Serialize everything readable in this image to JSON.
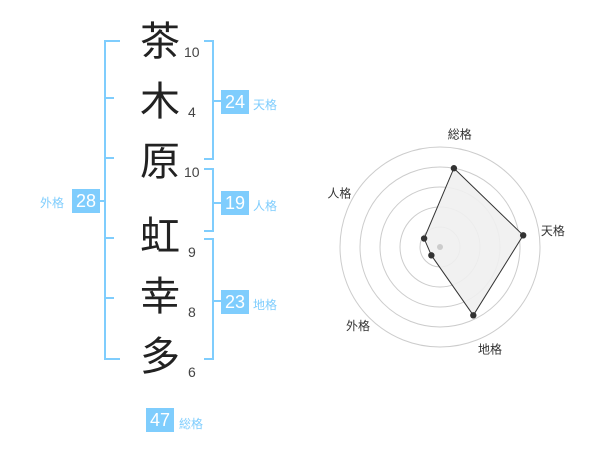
{
  "colors": {
    "accent": "#7fcdfd",
    "bracket": "#7fcdfd",
    "radar_fill": "#f0f0f0",
    "radar_line": "#333333",
    "ring": "#cccccc",
    "center_dot": "#cccccc"
  },
  "name": {
    "characters": [
      {
        "char": "茶",
        "strokes": "10"
      },
      {
        "char": "木",
        "strokes": "4"
      },
      {
        "char": "原",
        "strokes": "10"
      },
      {
        "char": "虹",
        "strokes": "9"
      },
      {
        "char": "幸",
        "strokes": "8"
      },
      {
        "char": "多",
        "strokes": "6"
      }
    ]
  },
  "fortunes": {
    "tenkaku": {
      "value": "24",
      "label": "天格"
    },
    "jinkaku": {
      "value": "19",
      "label": "人格"
    },
    "chikaku": {
      "value": "23",
      "label": "地格"
    },
    "gaikaku": {
      "value": "28",
      "label": "外格"
    },
    "soukaku": {
      "value": "47",
      "label": "総格"
    }
  },
  "chart_data": {
    "type": "radar",
    "axes": [
      "総格",
      "天格",
      "地格",
      "外格",
      "人格"
    ],
    "values": [
      4.0,
      4.2,
      3.8,
      0.6,
      0.9
    ],
    "max": 5,
    "rings": 5
  }
}
